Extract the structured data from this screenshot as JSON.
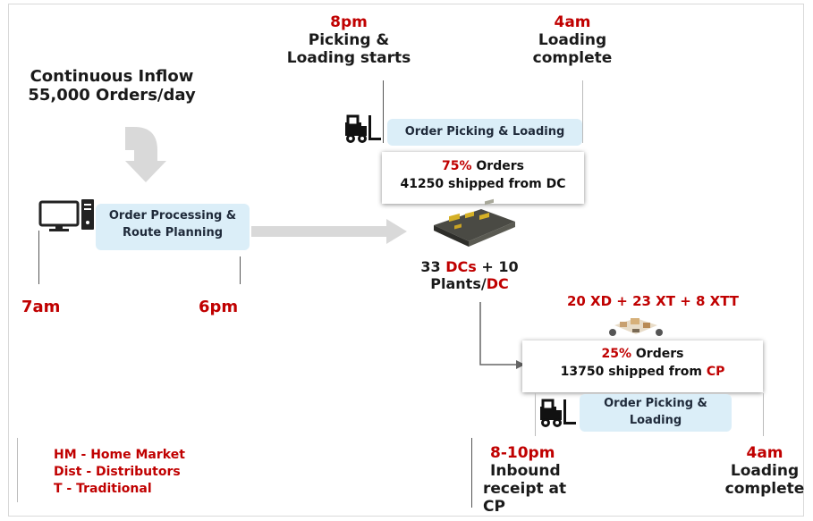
{
  "inflow": {
    "line1": "Continuous Inflow",
    "line2": "55,000 Orders/day"
  },
  "processing": {
    "line1": "Order Processing &",
    "line2": "Route Planning",
    "start_time": "7am",
    "end_time": "6pm"
  },
  "dc_picking": {
    "start_time": "8pm",
    "start_line1": "Picking &",
    "start_line2": "Loading starts",
    "end_time": "4am",
    "end_line1": "Loading",
    "end_line2": "complete",
    "box_label": "Order Picking & Loading"
  },
  "dc_orders": {
    "percent": "75%",
    "orders_word": " Orders",
    "line2": "41250 shipped from DC"
  },
  "dc_summary": {
    "count": "33 ",
    "dcs": "DCs",
    "plus": " + 10",
    "plants": "Plants/",
    "dc": "DC"
  },
  "cp_network": "20 XD + 23 XT + 8 XTT",
  "cp_orders": {
    "percent": "25%",
    "orders_word": " Orders",
    "line2_prefix": "13750 shipped from ",
    "cp": "CP"
  },
  "cp_picking": {
    "box_line1": "Order Picking &",
    "box_line2": "Loading",
    "inbound_time": "8-10pm",
    "inbound_line1": "Inbound",
    "inbound_line2": "receipt at CP",
    "end_time": "4am",
    "end_line1": "Loading",
    "end_line2": "complete"
  },
  "legend": [
    "HM - Home Market",
    "Dist - Distributors",
    "T - Traditional"
  ],
  "colors": {
    "accent_red": "#c00000",
    "box_blue": "#dbeef8",
    "arrow_gray": "#d9d9d9"
  }
}
